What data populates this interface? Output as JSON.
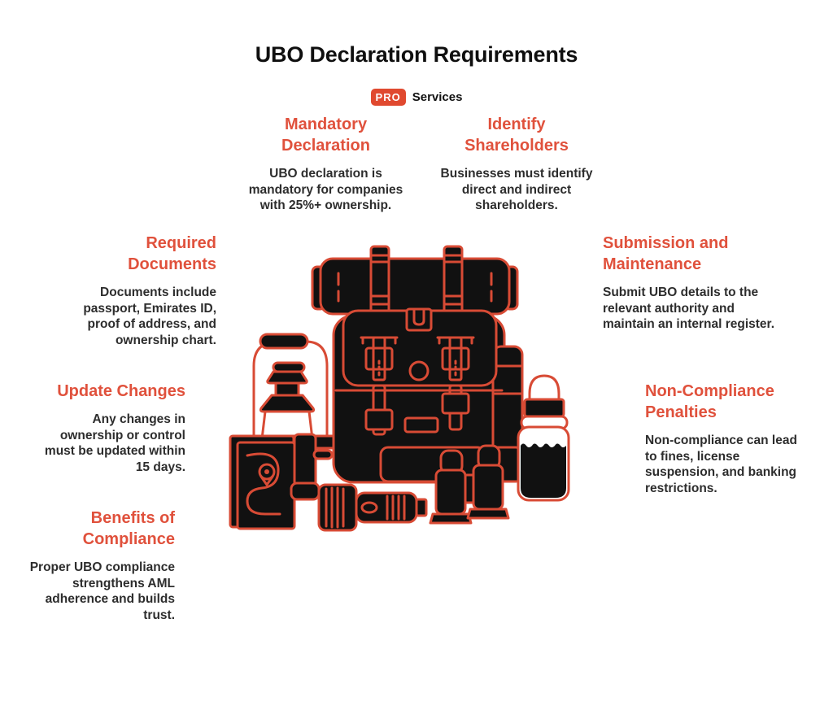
{
  "page": {
    "title": "UBO Declaration Requirements",
    "background": "#ffffff"
  },
  "brand": {
    "badge": "PRO",
    "name": "Services"
  },
  "colors": {
    "accent_red": "#e0513c",
    "logo_red": "#e0492f",
    "text_dark": "#2d2d2d",
    "illustration_outline": "#d84b35",
    "illustration_fill": "#111111"
  },
  "sections": [
    {
      "id": "mandatory-declaration",
      "heading": "Mandatory Declaration",
      "body": "UBO declaration is mandatory for companies with 25%+ ownership."
    },
    {
      "id": "identify-shareholders",
      "heading": "Identify Shareholders",
      "body": "Businesses must identify direct and indirect shareholders."
    },
    {
      "id": "required-documents",
      "heading": "Required Documents",
      "body": "Documents include passport, Emirates ID, proof of address, and ownership chart."
    },
    {
      "id": "submission-and-maintenance",
      "heading": "Submission and Maintenance",
      "body": "Submit UBO details to the relevant authority and maintain an internal register."
    },
    {
      "id": "update-changes",
      "heading": "Update Changes",
      "body": "Any changes in ownership or control must be updated within 15 days."
    },
    {
      "id": "non-compliance-penalties",
      "heading": "Non-Compliance Penalties",
      "body": "Non-compliance can lead to fines, license suspension, and banking restrictions."
    },
    {
      "id": "benefits-of-compliance",
      "heading": "Benefits of Compliance",
      "body": "Proper UBO compliance strengthens AML adherence and builds trust."
    }
  ],
  "illustration": {
    "name": "camping-gear-illustration",
    "objects": [
      "sleeping-bag-roll",
      "backpack",
      "lantern",
      "map-book",
      "pouch",
      "flashlight",
      "binoculars",
      "water-bottle"
    ]
  }
}
